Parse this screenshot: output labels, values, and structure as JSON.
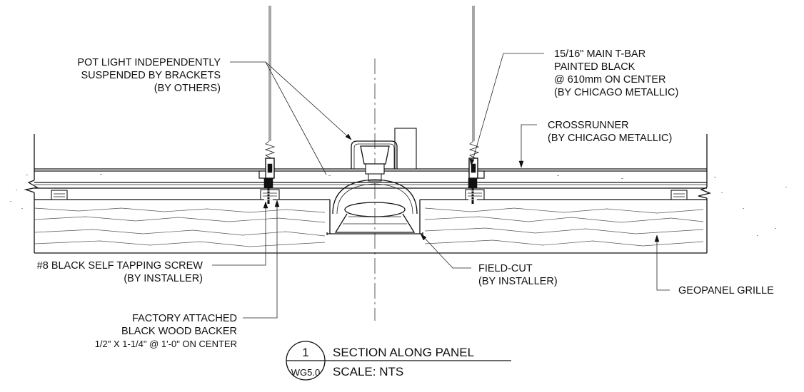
{
  "labels": {
    "pot_light": [
      "POT LIGHT INDEPENDENTLY",
      "SUSPENDED BY BRACKETS",
      "(BY OTHERS)"
    ],
    "main_tbar": [
      "15/16\" MAIN T-BAR",
      "PAINTED BLACK",
      "@ 610mm ON CENTER",
      "(BY CHICAGO METALLIC)"
    ],
    "crossrunner": [
      "CROSSRUNNER",
      "(BY CHICAGO METALLIC)"
    ],
    "screw": [
      "#8 BLACK SELF TAPPING SCREW",
      "(BY INSTALLER)"
    ],
    "field_cut": [
      "FIELD-CUT",
      "(BY INSTALLER)"
    ],
    "geopanel": [
      "GEOPANEL GRILLE"
    ],
    "wood_backer": [
      "FACTORY ATTACHED",
      "BLACK WOOD BACKER",
      "1/2\" X 1-1/4\" @ 1'-0\" ON CENTER"
    ]
  },
  "title_block": {
    "detail_number": "1",
    "sheet": "WG5.0",
    "title": "SECTION ALONG PANEL",
    "scale": "SCALE: NTS"
  }
}
